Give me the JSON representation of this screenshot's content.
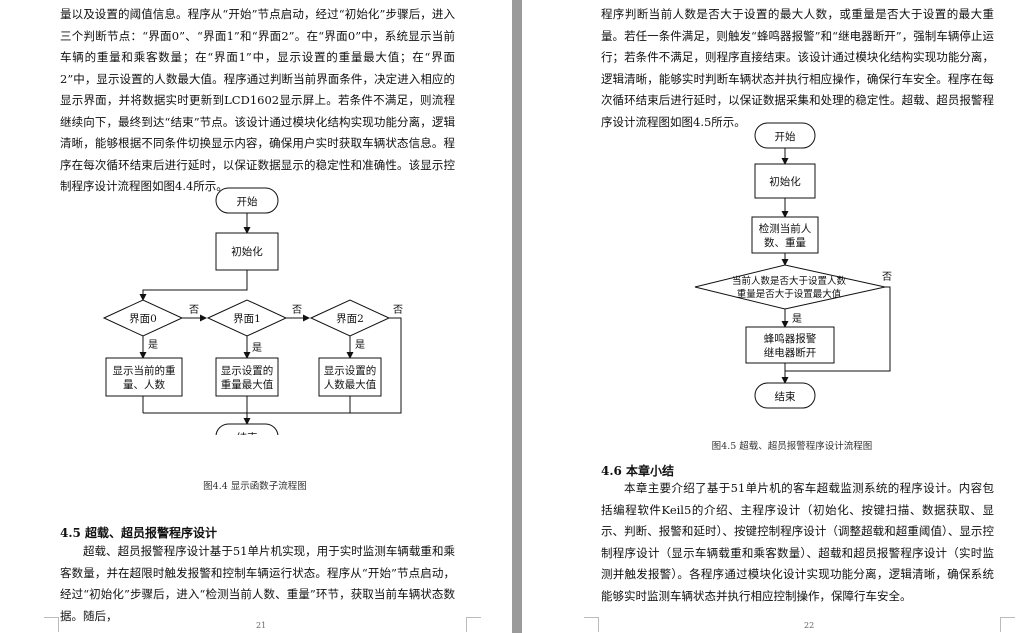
{
  "left_page": {
    "paragraph_intro": "量以及设置的阈值信息。程序从“开始”节点启动，经过“初始化”步骤后，进入三个判断节点：“界面0”、“界面1”和“界面2”。在“界面0”中，系统显示当前车辆的重量和乘客数量；在“界面1”中，显示设置的重量最大值；在“界面2”中，显示设置的人数最大值。程序通过判断当前界面条件，决定进入相应的显示界面，并将数据实时更新到LCD1602显示屏上。若条件不满足，则流程继续向下，最终到达“结束”节点。该设计通过模块化结构实现功能分离，逻辑清晰，能够根据不同条件切换显示内容，确保用户实时获取车辆状态信息。程序在每次循环结束后进行延时，以保证数据显示的稳定性和准确性。该显示控制程序设计流程图如图4.4所示。",
    "flowchart": {
      "start": "开始",
      "init": "初始化",
      "decisions": [
        "界面0",
        "界面1",
        "界面2"
      ],
      "yes": "是",
      "no": "否",
      "displays": [
        [
          "显示当前的重",
          "量、人数"
        ],
        [
          "显示设置的",
          "重量最大值"
        ],
        [
          "显示设置的",
          "人数最大值"
        ]
      ],
      "end": "结束"
    },
    "figure_caption": "图4.4 显示函数子流程图",
    "section_heading": "4.5 超载、超员报警程序设计",
    "paragraph_section": "超载、超员报警程序设计基于51单片机实现，用于实时监测车辆载重和乘客数量，并在超限时触发报警和控制车辆运行状态。程序从“开始”节点启动，经过“初始化”步骤后，进入“检测当前人数、重量”环节，获取当前车辆状态数据。随后，",
    "page_number": "21"
  },
  "right_page": {
    "paragraph_top": "程序判断当前人数是否大于设置的最大人数，或重量是否大于设置的最大重量。若任一条件满足，则触发“蜂鸣器报警”和“继电器断开”，强制车辆停止运行；若条件不满足，则程序直接结束。该设计通过模块化结构实现功能分离，逻辑清晰，能够实时判断车辆状态并执行相应操作，确保行车安全。程序在每次循环结束后进行延时，以保证数据采集和处理的稳定性。超载、超员报警程序设计流程图如图4.5所示。",
    "flowchart": {
      "start": "开始",
      "init": "初始化",
      "detect": [
        "检测当前人",
        "数、重量"
      ],
      "decision": [
        "当前人数是否大于设置人数",
        "重量是否大于设置最大值"
      ],
      "yes": "是",
      "no": "否",
      "action": [
        "蜂鸣器报警",
        "继电器断开"
      ],
      "end": "结束"
    },
    "figure_caption": "图4.5 超载、超员报警程序设计流程图",
    "section_heading": "4.6 本章小结",
    "paragraph_summary": "本章主要介绍了基于51单片机的客车超载监测系统的程序设计。内容包括编程软件Keil5的介绍、主程序设计（初始化、按键扫描、数据获取、显示、判断、报警和延时）、按键控制程序设计（调整超载和超重阈值）、显示控制程序设计（显示车辆载重和乘客数量）、超载和超员报警程序设计（实时监测并触发报警）。各程序通过模块化设计实现功能分离，逻辑清晰，确保系统能够实时监测车辆状态并执行相应控制操作，保障行车安全。",
    "page_number": "22"
  }
}
